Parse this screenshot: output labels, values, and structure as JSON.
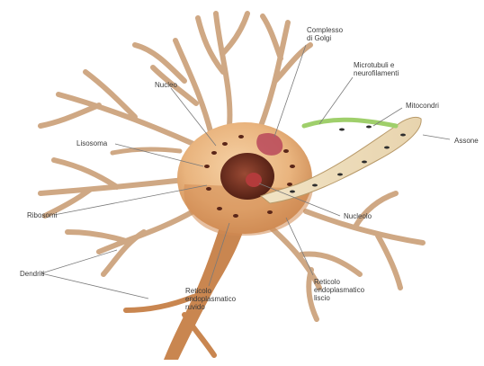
{
  "labels": {
    "golgi": "Complesso\ndi Golgi",
    "nucleo": "Nucleo",
    "microtubuli": "Microtubuli e\nneurofilamenti",
    "mitocondri": "Mitocondri",
    "assone": "Assone",
    "lisosoma": "Lisosoma",
    "ribosomi": "Ribosomi",
    "nucleolo": "Nucleolo",
    "dendriti": "Dendriti",
    "rer": "Reticolo\nendoplasmatico\nruvido",
    "ser": "Reticolo\nendoplasmatico\nliscio"
  },
  "colors": {
    "soma": "#e8b27a",
    "dendrite": "#d6b48a",
    "nucleus": "#6b2a1c",
    "myelin": "#efe2c8",
    "leader": "#7a7a7a"
  }
}
